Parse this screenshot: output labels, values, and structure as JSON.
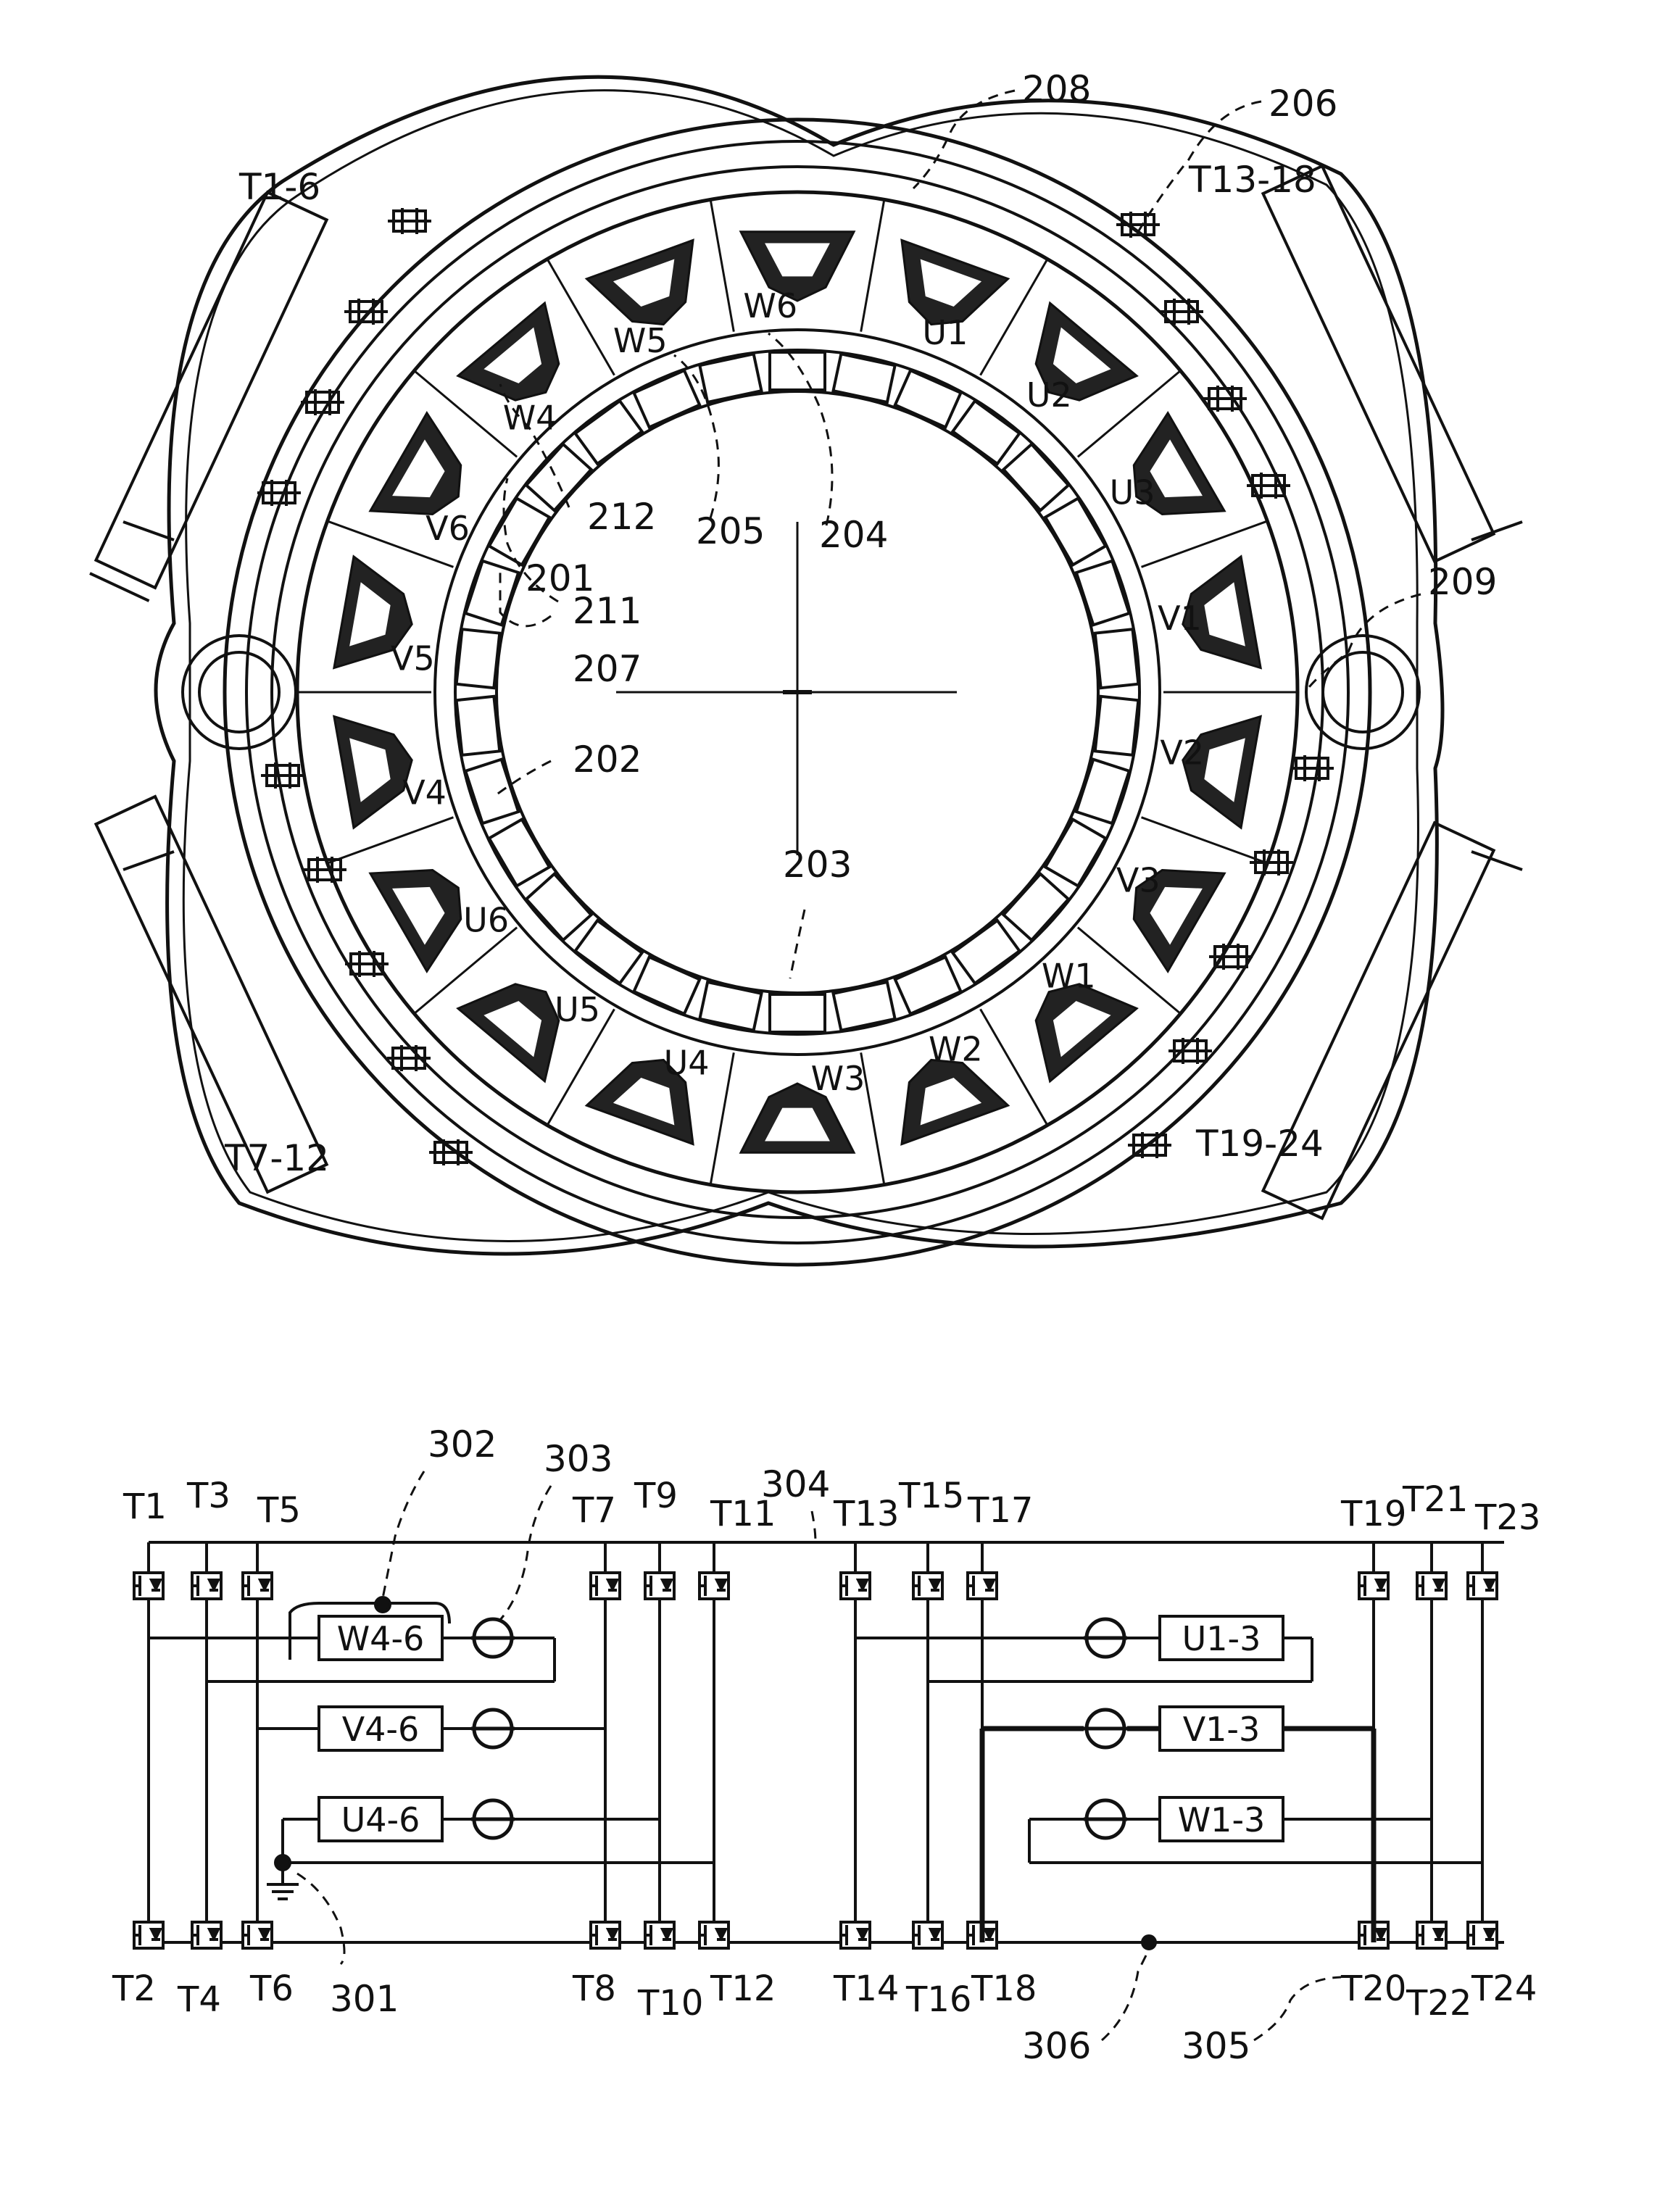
{
  "motor": {
    "refs": {
      "r208": "208",
      "r206": "206",
      "r209": "209",
      "r212": "212",
      "r205": "205",
      "r204": "204",
      "r201": "201",
      "r211": "211",
      "r207": "207",
      "r202": "202",
      "r203": "203"
    },
    "terminal_blocks": {
      "top_left": "T1-6",
      "bottom_left": "T7-12",
      "top_right": "T13-18",
      "bottom_right": "T19-24"
    },
    "coil_labels": [
      "U1",
      "U2",
      "U3",
      "V1",
      "V2",
      "V3",
      "W1",
      "W2",
      "W3",
      "U4",
      "U5",
      "U6",
      "V4",
      "V5",
      "V6",
      "W4",
      "W5",
      "W6"
    ]
  },
  "circuit": {
    "transistors_top": [
      "T1",
      "T3",
      "T5",
      "T7",
      "T9",
      "T11",
      "T13",
      "T15",
      "T17",
      "T19",
      "T21",
      "T23"
    ],
    "transistors_bottom": [
      "T2",
      "T4",
      "T6",
      "T8",
      "T10",
      "T12",
      "T14",
      "T16",
      "T18",
      "T20",
      "T22",
      "T24"
    ],
    "windings": {
      "w46": "W4-6",
      "v46": "V4-6",
      "u46": "U4-6",
      "u13": "U1-3",
      "v13": "V1-3",
      "w13": "W1-3"
    },
    "refs": {
      "r301": "301",
      "r302": "302",
      "r303": "303",
      "r304": "304",
      "r305": "305",
      "r306": "306"
    }
  }
}
